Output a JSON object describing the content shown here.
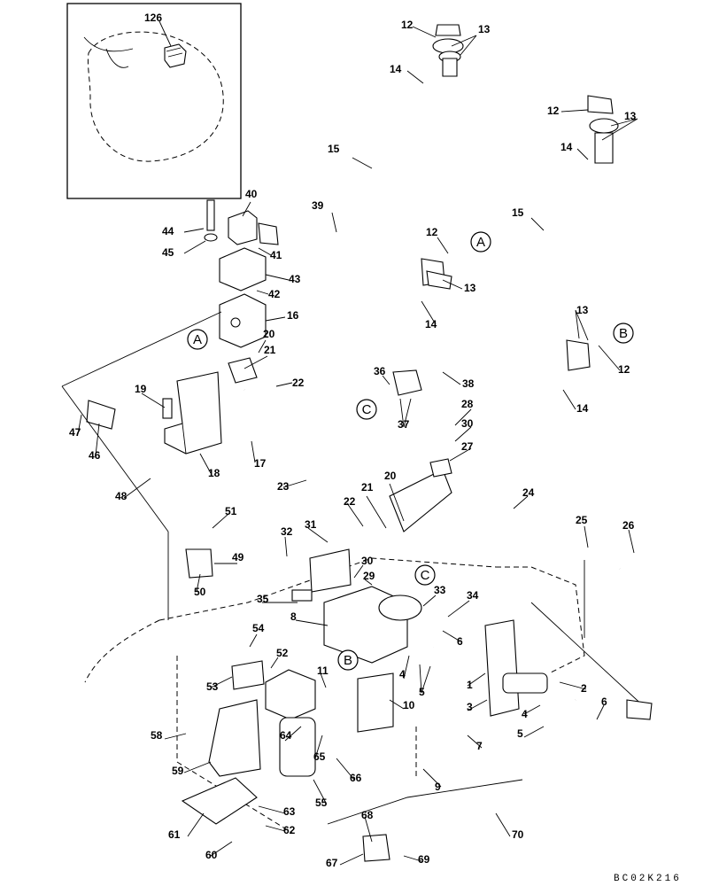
{
  "part_labels": [
    "126",
    "12",
    "13",
    "14",
    "15",
    "12",
    "13",
    "14",
    "15",
    "40",
    "39",
    "44",
    "45",
    "41",
    "43",
    "42",
    "16",
    "12",
    "13",
    "14",
    "13",
    "12",
    "14",
    "20",
    "21",
    "22",
    "38",
    "36",
    "37",
    "19",
    "47",
    "46",
    "18",
    "17",
    "28",
    "30",
    "27",
    "23",
    "48",
    "21",
    "20",
    "24",
    "22",
    "51",
    "25",
    "26",
    "32",
    "31",
    "30",
    "29",
    "49",
    "50",
    "35",
    "33",
    "34",
    "8",
    "6",
    "54",
    "52",
    "53",
    "4",
    "5",
    "1",
    "2",
    "11",
    "10",
    "3",
    "58",
    "64",
    "65",
    "4",
    "6",
    "59",
    "66",
    "9",
    "55",
    "5",
    "7",
    "63",
    "61",
    "62",
    "60",
    "68",
    "70",
    "67",
    "69"
  ],
  "reference_markers": [
    "A",
    "B",
    "C",
    "A",
    "C",
    "B"
  ],
  "drawing_code": "BC02K216"
}
